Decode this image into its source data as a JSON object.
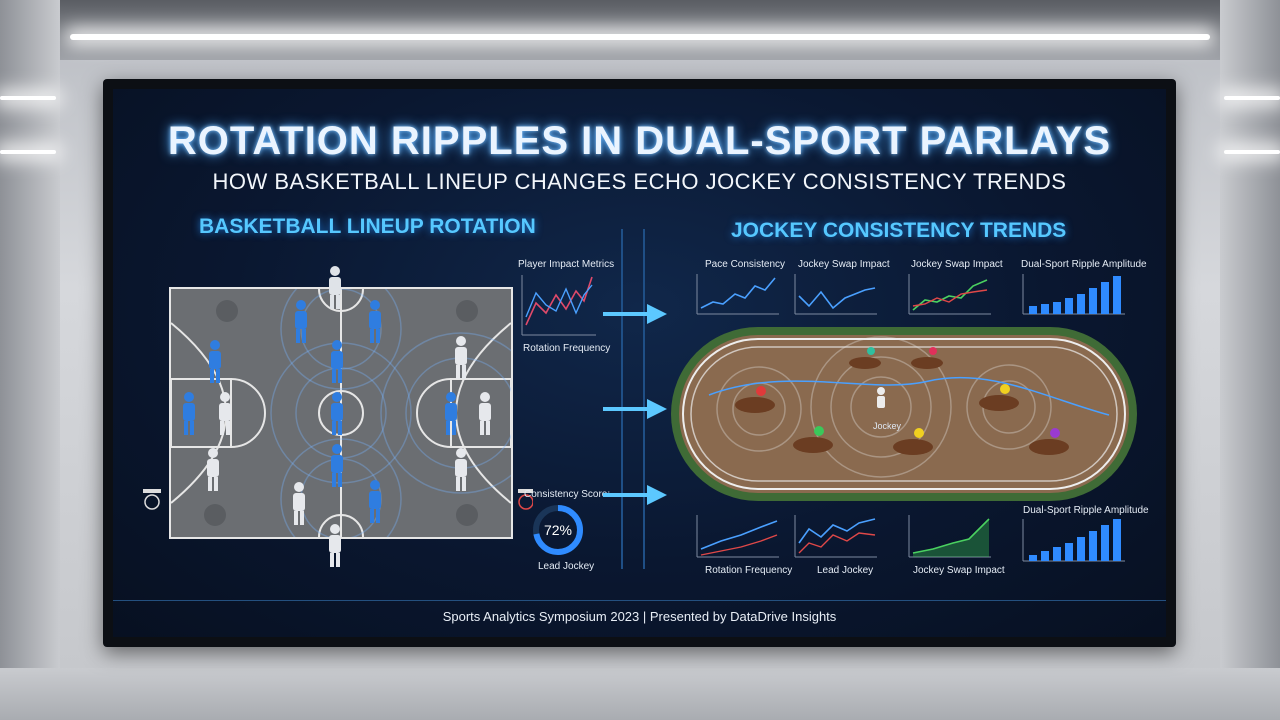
{
  "title": "ROTATION RIPPLES IN DUAL-SPORT PARLAYS",
  "subtitle": "HOW BASKETBALL LINEUP CHANGES ECHO JOCKEY CONSISTENCY TRENDS",
  "left_section": {
    "heading": "BASKETBALL LINEUP ROTATION",
    "player_metrics_title": "Player Impact Metrics",
    "rotation_frequency_label": "Rotation Frequency",
    "consistency_label": "Consistency Score:",
    "consistency_value": "72%",
    "consistency_fraction": 0.72,
    "lead_jockey_label": "Lead Jockey"
  },
  "right_section": {
    "heading": "JOCKEY CONSISTENCY TRENDS",
    "top_charts": [
      {
        "title": "Pace Consistency"
      },
      {
        "title": "Jockey Swap Impact"
      },
      {
        "title": "Jockey Swap Impact"
      },
      {
        "title": "Dual-Sport Ripple Amplitude"
      }
    ],
    "bottom_charts": [
      {
        "title": "Rotation Frequency"
      },
      {
        "title": "Lead Jockey"
      },
      {
        "title": "Jockey Swap Impact"
      },
      {
        "title": "Dual-Sport Ripple Amplitude"
      }
    ],
    "track_label": "Jockey"
  },
  "footer": "Sports Analytics Symposium 2023 | Presented by DataDrive Insights",
  "colors": {
    "accent": "#56c8ff",
    "player_blue": "#2f7de0",
    "player_white": "#e8e8e8",
    "track": "#8a6a4f",
    "infield": "#4a6b3a"
  }
}
